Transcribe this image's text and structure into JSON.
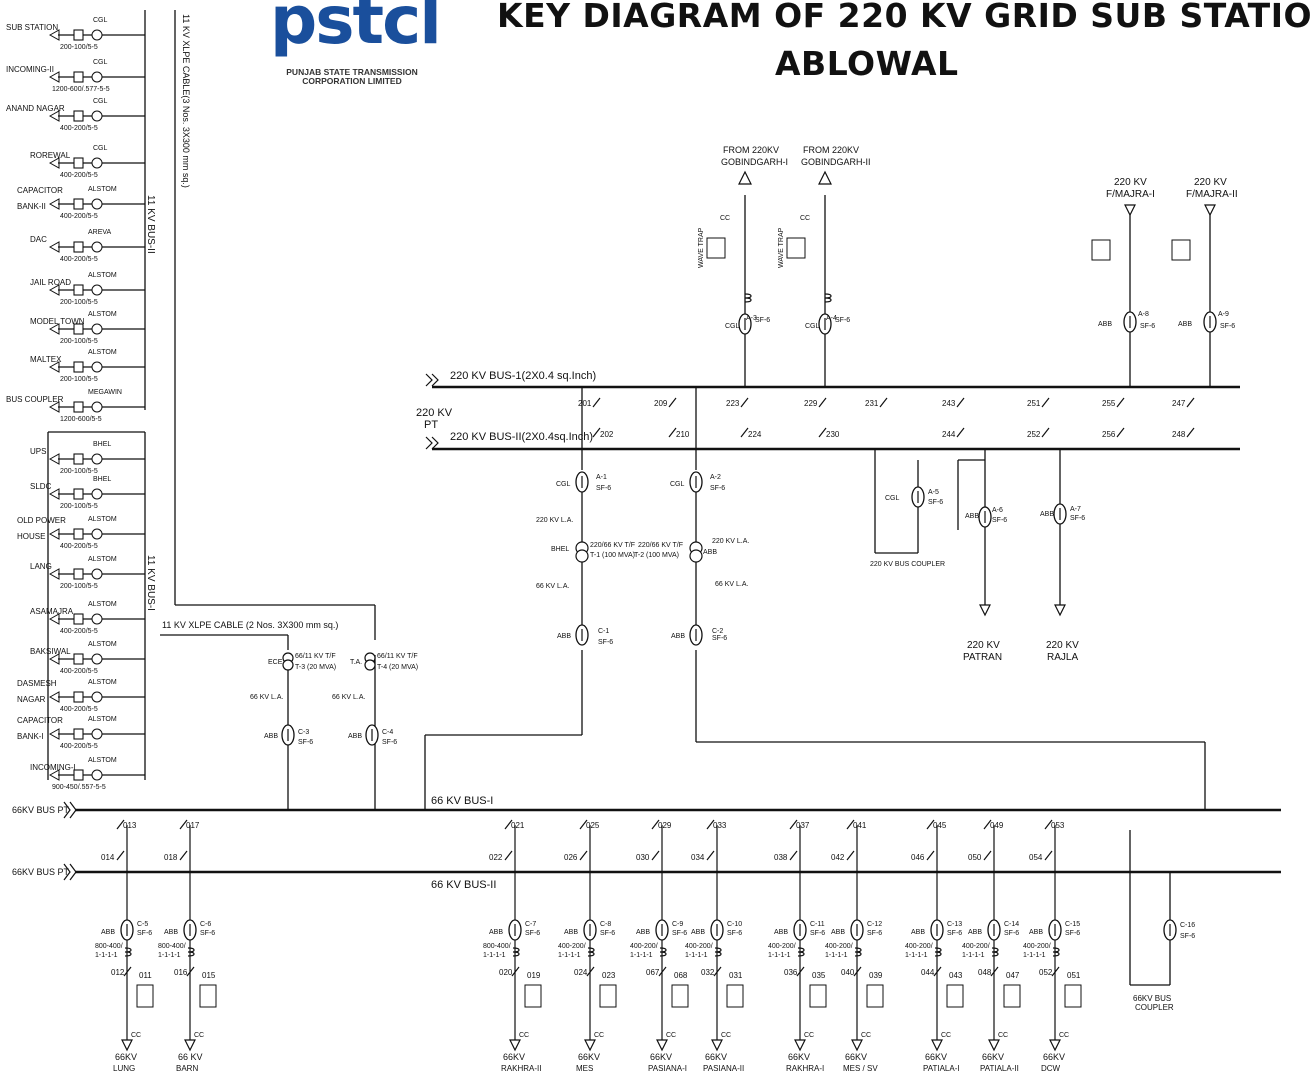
{
  "header": {
    "title_line1": "KEY DIAGRAM OF 220 KV GRID SUB STATIO",
    "title_line2": "ABLOWAL",
    "logo_text": "pstcl",
    "logo_sub1": "PUNJAB STATE TRANSMISSION",
    "logo_sub2": "CORPORATION LIMITED"
  },
  "labels": {
    "xlpe_3": "11 KV XLPE CABLE(3 Nos. 3X300 mm sq.)",
    "xlpe_2": "11 KV XLPE CABLE (2 Nos. 3X300 mm sq.)",
    "bus11_2": "11 KV BUS-II",
    "bus11_1": "11 KV BUS-I",
    "bus220_1": "220 KV BUS-1(2X0.4 sq.Inch)",
    "bus220_2": "220 KV BUS-II(2X0.4sq.Inch)",
    "pt220": "220 KV",
    "pt220b": "PT",
    "bus66_1": "66 KV BUS-I",
    "bus66_2": "66 KV BUS-II",
    "bus66pt": "66KV BUS PT",
    "from1a": "FROM 220KV",
    "from1b": "GOBINDGARH-I",
    "from2a": "FROM 220KV",
    "from2b": "GOBINDGARH-II",
    "fm1a": "220 KV",
    "fm1b": "F/MAJRA-I",
    "fm2a": "220 KV",
    "fm2b": "F/MAJRA-II",
    "patran_a": "220 KV",
    "patran_b": "PATRAN",
    "rajla_a": "220 KV",
    "rajla_b": "RAJLA",
    "buscoupler220": "220 KV BUS COUPLER",
    "la220": "220 KV L.A.",
    "la66": "66 KV L.A.",
    "t1": "220/66 KV T/F",
    "t1b": "T-1 (100 MVA)",
    "t2": "220/66 KV T/F",
    "t2b": "T-2 (100 MVA)",
    "t3": "66/11 KV T/F",
    "t3b": "T-3 (20 MVA)",
    "t4": "66/11 KV T/F",
    "t4b": "T-4 (20 MVA)",
    "bhel": "BHEL",
    "abb": "ABB",
    "cgl": "CGL",
    "ece": "ECE",
    "ta": "T.A.",
    "cc": "CC",
    "wavetrap": "WAVE TRAP",
    "sf6": "SF-6",
    "buscoupler66a": "66KV BUS",
    "buscoupler66b": "COUPLER"
  },
  "feeders_11kv": [
    {
      "name": "SUB STATION",
      "make": "CGL",
      "ct": "200-100/5-5"
    },
    {
      "name": "INCOMING-II",
      "make": "CGL",
      "ct": "1200-600/.577-5-5"
    },
    {
      "name": "ANAND NAGAR",
      "make": "CGL",
      "ct": "400-200/5-5"
    },
    {
      "name": "ROREWAL",
      "make": "CGL",
      "ct": "400-200/5-5"
    },
    {
      "name": "CAPACITOR BANK-II",
      "make": "ALSTOM",
      "ct": "400-200/5-5"
    },
    {
      "name": "DAC",
      "make": "AREVA",
      "ct": "400-200/5-5"
    },
    {
      "name": "JAIL ROAD",
      "make": "ALSTOM",
      "ct": "200-100/5-5"
    },
    {
      "name": "MODEL TOWN",
      "make": "ALSTOM",
      "ct": "200-100/5-5"
    },
    {
      "name": "MALTEX",
      "make": "ALSTOM",
      "ct": "200-100/5-5"
    },
    {
      "name": "BUS COUPLER",
      "make": "MEGAWIN",
      "ct": "1200-600/5-5"
    },
    {
      "name": "UPS",
      "make": "BHEL",
      "ct": "200-100/5-5"
    },
    {
      "name": "SLDC",
      "make": "BHEL",
      "ct": "200-100/5-5"
    },
    {
      "name": "OLD POWER HOUSE",
      "make": "ALSTOM",
      "ct": "400-200/5-5"
    },
    {
      "name": "LANG",
      "make": "ALSTOM",
      "ct": "200-100/5-5"
    },
    {
      "name": "ASAMAJRA",
      "make": "ALSTOM",
      "ct": "400-200/5-5"
    },
    {
      "name": "BAKSIWAL",
      "make": "ALSTOM",
      "ct": "400-200/5-5"
    },
    {
      "name": "DASMESH NAGAR",
      "make": "ALSTOM",
      "ct": "400-200/5-5"
    },
    {
      "name": "CAPACITOR BANK-I",
      "make": "ALSTOM",
      "ct": "400-200/5-5"
    },
    {
      "name": "INCOMING-I",
      "make": "ALSTOM",
      "ct": "900-450/.557-5-5"
    }
  ],
  "bays_220": [
    {
      "b1": "201",
      "b2": "202"
    },
    {
      "b1": "209",
      "b2": "210"
    },
    {
      "b1": "223",
      "b2": "224"
    },
    {
      "b1": "229",
      "b2": "230"
    },
    {
      "b1": "231",
      "b2": ""
    },
    {
      "b1": "243",
      "b2": "244"
    },
    {
      "b1": "251",
      "b2": "252"
    },
    {
      "b1": "255",
      "b2": "256"
    },
    {
      "b1": "247",
      "b2": "248"
    }
  ],
  "feeders_66": [
    {
      "name1": "66KV",
      "name2": "LUNG",
      "bus1": "013",
      "bus2": "014",
      "cb": "C-5",
      "make": "ABB",
      "ct1": "800-400/",
      "ct2": "1-1-1-1",
      "iso": "012",
      "earth": "011"
    },
    {
      "name1": "66 KV",
      "name2": "BARN",
      "bus1": "017",
      "bus2": "018",
      "cb": "C-6",
      "make": "ABB",
      "ct1": "800-400/",
      "ct2": "1-1-1-1",
      "iso": "016",
      "earth": "015"
    },
    {
      "name1": "66KV",
      "name2": "RAKHRA-II",
      "bus1": "021",
      "bus2": "022",
      "cb": "C-7",
      "make": "ABB",
      "ct1": "800-400/",
      "ct2": "1-1-1-1",
      "iso": "020",
      "earth": "019"
    },
    {
      "name1": "66KV",
      "name2": "MES",
      "bus1": "025",
      "bus2": "026",
      "cb": "C-8",
      "make": "ABB",
      "ct1": "400-200/",
      "ct2": "1-1-1-1",
      "iso": "024",
      "earth": "023"
    },
    {
      "name1": "66KV",
      "name2": "PASIANA-I",
      "bus1": "029",
      "bus2": "030",
      "cb": "C-9",
      "make": "ABB",
      "ct1": "400-200/",
      "ct2": "1-1-1-1",
      "iso": "067",
      "earth": "068"
    },
    {
      "name1": "66KV",
      "name2": "PASIANA-II",
      "bus1": "033",
      "bus2": "034",
      "cb": "C-10",
      "make": "ABB",
      "ct1": "400-200/",
      "ct2": "1-1-1-1",
      "iso": "032",
      "earth": "031"
    },
    {
      "name1": "66KV",
      "name2": "RAKHRA-I",
      "bus1": "037",
      "bus2": "038",
      "cb": "C-11",
      "make": "ABB",
      "ct1": "400-200/",
      "ct2": "1-1-1-1",
      "iso": "036",
      "earth": "035"
    },
    {
      "name1": "66KV",
      "name2": "MES / SV",
      "bus1": "041",
      "bus2": "042",
      "cb": "C-12",
      "make": "ABB",
      "ct1": "400-200/",
      "ct2": "1-1-1-1",
      "iso": "040",
      "earth": "039"
    },
    {
      "name1": "66KV",
      "name2": "PATIALA-I",
      "bus1": "045",
      "bus2": "046",
      "cb": "C-13",
      "make": "ABB",
      "ct1": "400-200/",
      "ct2": "1-1-1-1",
      "iso": "044",
      "earth": "043"
    },
    {
      "name1": "66KV",
      "name2": "PATIALA-II",
      "bus1": "049",
      "bus2": "050",
      "cb": "C-14",
      "make": "ABB",
      "ct1": "400-200/",
      "ct2": "1-1-1-1",
      "iso": "048",
      "earth": "047"
    },
    {
      "name1": "66KV",
      "name2": "DCW",
      "bus1": "053",
      "bus2": "054",
      "cb": "C-15",
      "make": "ABB",
      "ct1": "400-200/",
      "ct2": "1-1-1-1",
      "iso": "052",
      "earth": "051"
    }
  ]
}
